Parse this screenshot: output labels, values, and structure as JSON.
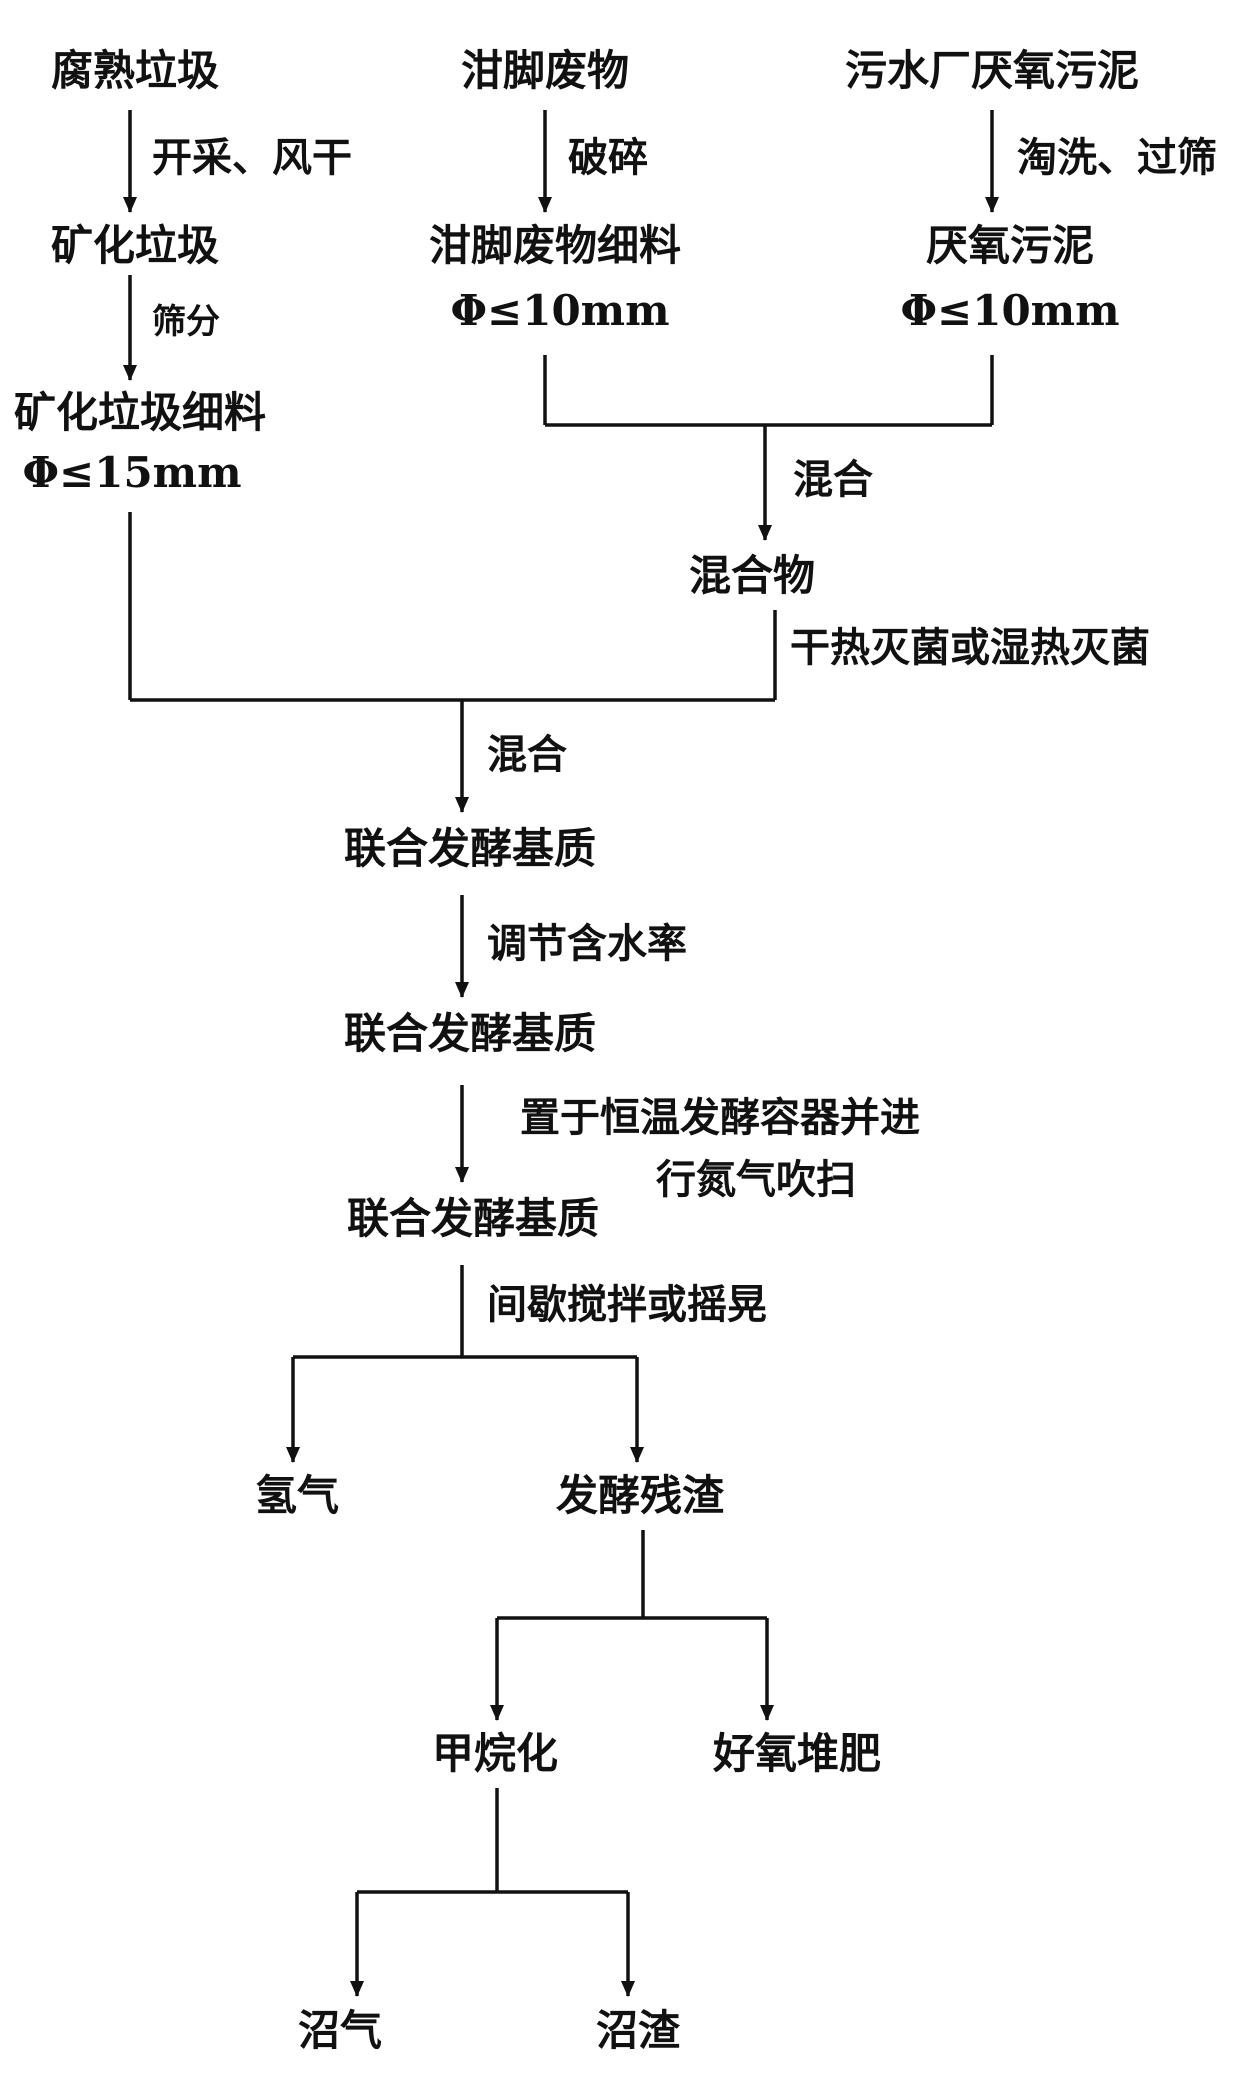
{
  "nodes": {
    "aged_waste": "腐熟垃圾",
    "mineralized_waste": "矿化垃圾",
    "mineralized_fine": "矿化垃圾细料",
    "mineralized_fine_size": "Φ≤15mm",
    "leftover_waste": "泔脚废物",
    "leftover_fine": "泔脚废物细料",
    "leftover_fine_size": "Φ≤10mm",
    "plant_sludge": "污水厂厌氧污泥",
    "anaerobic_sludge": "厌氧污泥",
    "anaerobic_sludge_size": "Φ≤10mm",
    "mixture": "混合物",
    "substrate_1": "联合发酵基质",
    "substrate_2": "联合发酵基质",
    "substrate_3": "联合发酵基质",
    "hydrogen": "氢气",
    "residue": "发酵残渣",
    "methanation": "甲烷化",
    "aerobic_compost": "好氧堆肥",
    "biogas": "沼气",
    "digestate": "沼渣"
  },
  "steps": {
    "mine_dry": "开采、风干",
    "screen": "筛分",
    "crush": "破碎",
    "wash_sieve": "淘洗、过筛",
    "mix_1": "混合",
    "sterilize": "干热灭菌或湿热灭菌",
    "mix_2": "混合",
    "adjust_water": "调节含水率",
    "incubate_line1": "置于恒温发酵容器并进",
    "incubate_line2": "行氮气吹扫",
    "stir_shake": "间歇搅拌或摇晃"
  },
  "colors": {
    "ink": "#111111",
    "background": "#ffffff"
  }
}
